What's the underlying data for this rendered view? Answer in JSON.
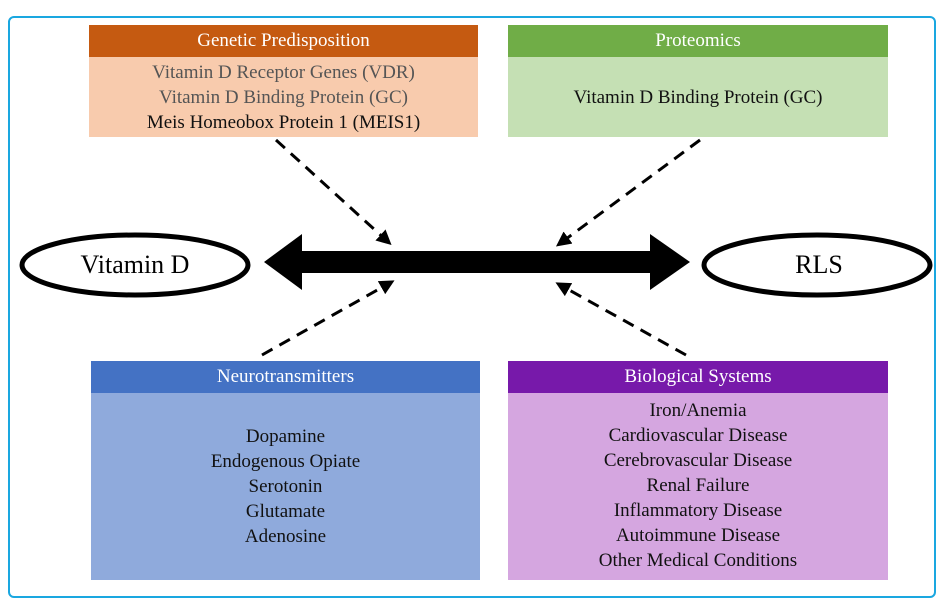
{
  "left_node": {
    "label": "Vitamin D"
  },
  "right_node": {
    "label": "RLS"
  },
  "genetic": {
    "title": "Genetic Predisposition",
    "items": [
      "Vitamin D Receptor Genes (VDR)",
      "Vitamin D Binding Protein (GC)",
      "Meis Homeobox Protein 1 (MEIS1)"
    ]
  },
  "proteomics": {
    "title": "Proteomics",
    "items": [
      "Vitamin D Binding Protein (GC)"
    ]
  },
  "neurotransmitters": {
    "title": "Neurotransmitters",
    "items": [
      "Dopamine",
      "Endogenous Opiate",
      "Serotonin",
      "Glutamate",
      "Adenosine"
    ]
  },
  "biological": {
    "title": "Biological Systems",
    "items": [
      "Iron/Anemia",
      "Cardiovascular Disease",
      "Cerebrovascular Disease",
      "Renal Failure",
      "Inflammatory Disease",
      "Autoimmune Disease",
      "Other Medical Conditions"
    ]
  },
  "colors": {
    "frame": "#1aa7e0",
    "genetic_header": "#c55a11",
    "genetic_body": "#f8cbad",
    "proteomics_header": "#70ad47",
    "proteomics_body": "#c5e0b4",
    "neuro_header": "#4472c4",
    "neuro_body": "#8faadc",
    "bio_header": "#7719aa",
    "bio_body": "#d5a6e0"
  }
}
